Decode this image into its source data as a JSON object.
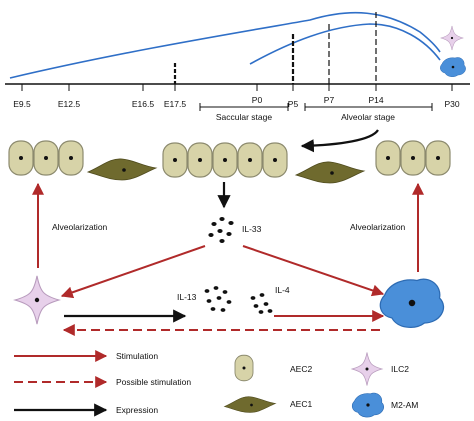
{
  "timeline": {
    "ticks": [
      "E9.5",
      "E12.5",
      "E16.5",
      "E17.5",
      "P0",
      "P5",
      "P7",
      "P14",
      "P30"
    ],
    "saccular_label": "Saccular stage",
    "alveolar_label": "Alveolar stage"
  },
  "process": {
    "left_label": "Alveolarization",
    "right_label": "Alveolarization",
    "il33_label": "IL-33",
    "il13_label": "IL-13",
    "il4_label": "IL-4"
  },
  "legend": {
    "stimulation": "Stimulation",
    "possible": "Possible stimulation",
    "expression": "Expression",
    "aec2": "AEC2",
    "aec1": "AEC1",
    "ilc2": "ILC2",
    "m2am": "M2-AM"
  },
  "colors": {
    "curve": "#2f6fc7",
    "stimulation": "#b02a2a",
    "aec2_fill": "#d7d3a8",
    "aec2_stroke": "#8c8a6e",
    "aec1_fill": "#6f6a2e",
    "ilc2_fill": "#e7d0ea",
    "m2am_fill": "#4a8fd9"
  }
}
